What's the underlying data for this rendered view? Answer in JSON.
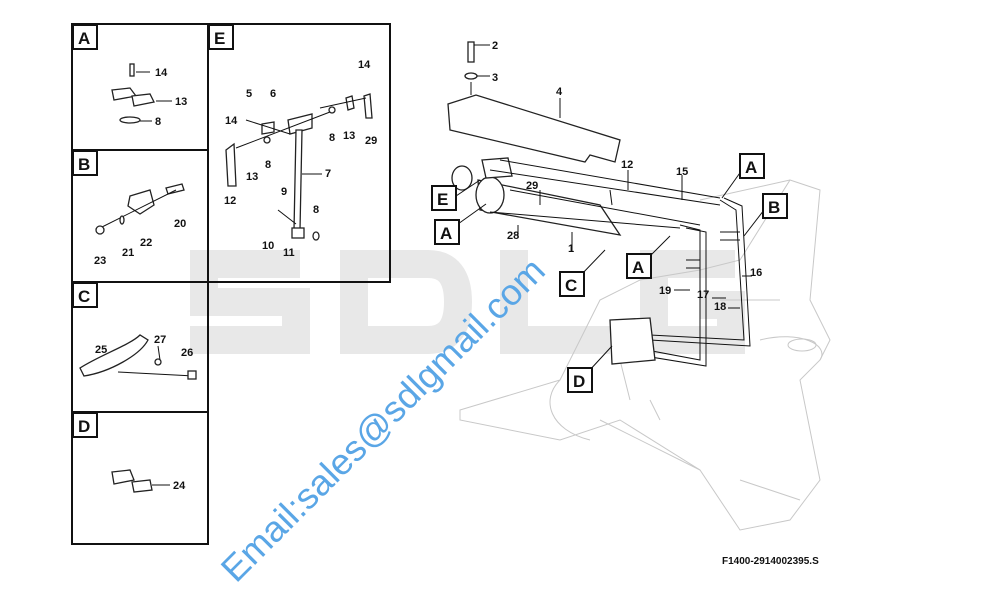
{
  "detail_panels": {
    "A": {
      "letter": "A",
      "labels": [
        "14",
        "13",
        "8"
      ]
    },
    "E": {
      "letter": "E",
      "labels": [
        "5",
        "6",
        "14",
        "8",
        "13",
        "12",
        "7",
        "9",
        "8",
        "10",
        "11",
        "14",
        "8",
        "13",
        "29"
      ]
    },
    "B": {
      "letter": "B",
      "labels": [
        "20",
        "22",
        "21",
        "23"
      ]
    },
    "C": {
      "letter": "C",
      "labels": [
        "27",
        "26",
        "25"
      ]
    },
    "D": {
      "letter": "D",
      "labels": [
        "24"
      ]
    }
  },
  "main_view": {
    "labels": [
      "2",
      "3",
      "4",
      "12",
      "15",
      "29",
      "28",
      "1",
      "19",
      "17",
      "18",
      "16"
    ],
    "callouts": [
      "E",
      "A",
      "A",
      "B",
      "C",
      "A",
      "D"
    ]
  },
  "figure_code": "F1400-2914002395.S",
  "watermark": {
    "email": "Email:sales@sdlgmail.com",
    "logo": "SDLG"
  },
  "colors": {
    "watermark": "#5aa6e6",
    "line": "#111111"
  }
}
